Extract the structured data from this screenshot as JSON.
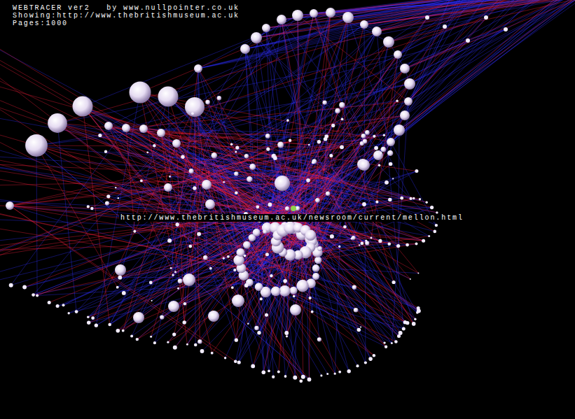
{
  "diagram": {
    "labels": [
      "WEBTRACER ver2   by www.nullpointer.co.uk",
      "Showing:http://www.thebritishmuseum.ac.uk",
      "Pages:1000",
      "http://www.thebritishmuseum.ac.uk/newsroom/current/mellon.html"
    ]
  }
}
